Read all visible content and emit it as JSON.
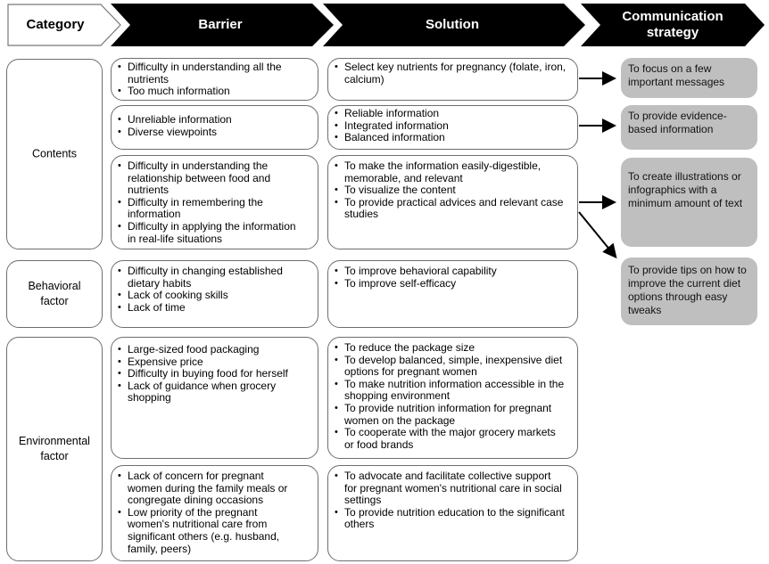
{
  "headers": {
    "category": "Category",
    "barrier": "Barrier",
    "solution": "Solution",
    "strategy_line1": "Communication",
    "strategy_line2": "strategy"
  },
  "categories": {
    "contents": "Contents",
    "behavioral_line1": "Behavioral",
    "behavioral_line2": "factor",
    "environmental_line1": "Environmental",
    "environmental_line2": "factor"
  },
  "rows": [
    {
      "barriers": [
        "Difficulty in understanding all the nutrients",
        "Too much information"
      ],
      "solutions": [
        "Select key nutrients for pregnancy (folate, iron, calcium)"
      ]
    },
    {
      "barriers": [
        "Unreliable information",
        "Diverse viewpoints"
      ],
      "solutions": [
        "Reliable information",
        "Integrated information",
        "Balanced information"
      ]
    },
    {
      "barriers": [
        "Difficulty in understanding the relationship between food and nutrients",
        "Difficulty in remembering the information",
        "Difficulty in applying the information in real-life situations"
      ],
      "solutions": [
        "To make the information easily-digestible, memorable, and relevant",
        "To visualize the content",
        "To provide practical advices and relevant case studies"
      ]
    },
    {
      "barriers": [
        "Difficulty in changing established dietary habits",
        "Lack of cooking skills",
        "Lack of time"
      ],
      "solutions": [
        "To improve behavioral capability",
        "To improve self-efficacy"
      ]
    },
    {
      "barriers": [
        "Large-sized food packaging",
        "Expensive price",
        "Difficulty in buying food for herself",
        "Lack of guidance when grocery shopping"
      ],
      "solutions": [
        "To reduce the package size",
        "To develop balanced, simple, inexpensive diet options for pregnant women",
        "To make nutrition information accessible in the shopping environment",
        "To provide nutrition information for pregnant women on the package",
        "To cooperate with the major grocery markets or food brands"
      ]
    },
    {
      "barriers": [
        "Lack of concern for pregnant women during the family meals or congregate dining occasions",
        "Low priority of the pregnant women's nutritional care from significant others (e.g. husband, family, peers)"
      ],
      "solutions": [
        "To advocate and facilitate collective support for pregnant women's nutritional care in social settings",
        "To provide nutrition education to the significant others"
      ]
    }
  ],
  "strategies": [
    "To focus on a few important messages",
    "To provide evidence-based information",
    "To create illustrations or infographics with a minimum amount of text",
    "To provide tips on how to improve the current diet options through easy tweaks"
  ],
  "colors": {
    "header_dark": "#000000",
    "strategy_fill": "#bfbfbf",
    "box_border": "#6e6e6e"
  }
}
